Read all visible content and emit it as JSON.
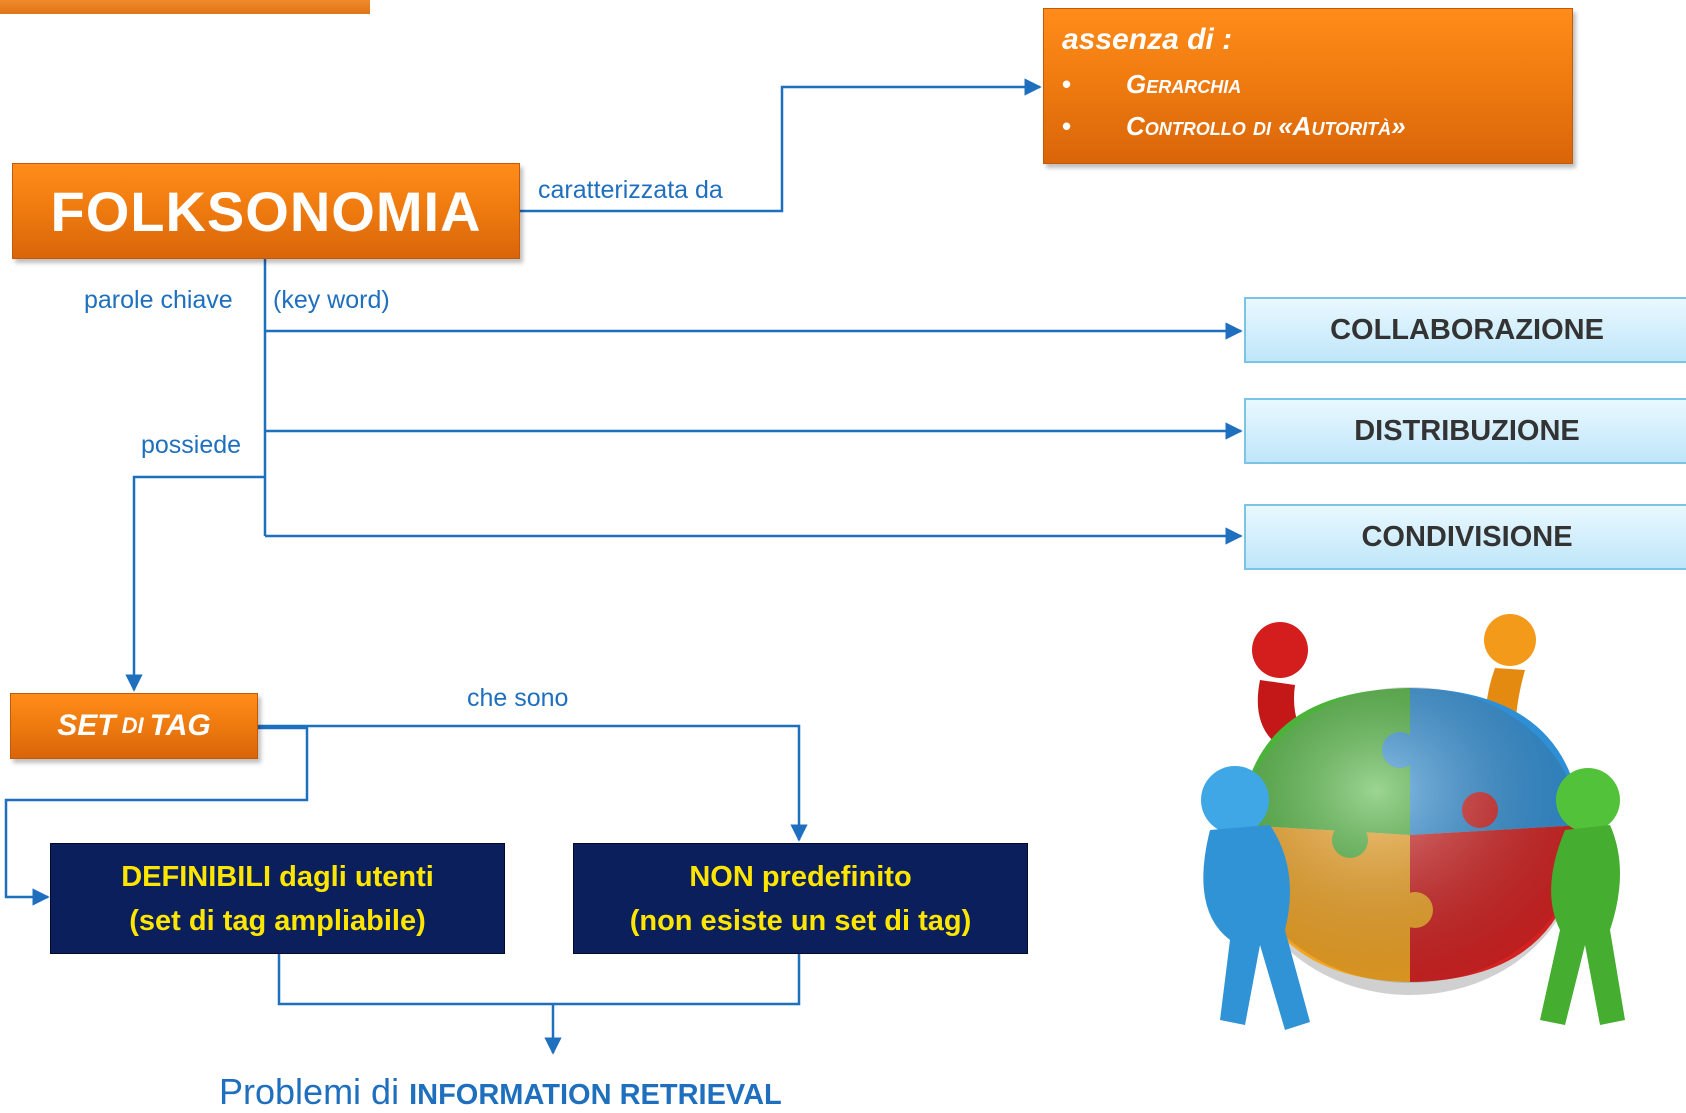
{
  "main": {
    "title": "FOLKSONOMIA",
    "set_di": "SET",
    "set_di_small": "DI",
    "set_tag": "TAG"
  },
  "assenza": {
    "title": "assenza di :",
    "items": [
      "Gerarchia",
      "Controllo di «Autorità»"
    ]
  },
  "labels": {
    "caratterizzata": "caratterizzata da",
    "parole_chiave": "parole chiave",
    "key_word": "(key word)",
    "possiede": "possiede",
    "che_sono": "che sono"
  },
  "properties": [
    "COLLABORAZIONE",
    "DISTRIBUZIONE",
    "CONDIVISIONE"
  ],
  "definibili": {
    "line1_strong": "DEFINIBILI",
    "line1_rest": " dagli utenti",
    "line2": "(set di tag ampliabile)"
  },
  "non_predefinito": {
    "line1_strong": "NON",
    "line1_rest": " predefinito",
    "line2": "(non esiste un set di tag)"
  },
  "problemi": {
    "prefix": "Problemi di ",
    "strong": "INFORMATION RETRIEVAL"
  },
  "colors": {
    "orange": "#f07c10",
    "line_blue": "#1f6fbf",
    "navy": "#0a1f5c",
    "yellow": "#ffe600",
    "light_blue": "#bfe6f9"
  },
  "icons": {
    "puzzle_illustration": "teamwork-puzzle-icon"
  }
}
